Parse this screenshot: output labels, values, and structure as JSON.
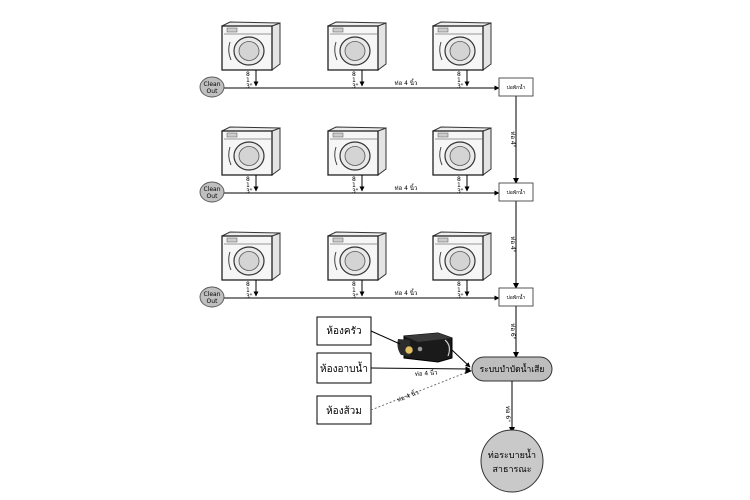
{
  "clean_out_label": [
    "Clean",
    "Out"
  ],
  "pipe_label": "ท่อ 4 นิ้ว",
  "drop_pipe_label": [
    "8",
    "1",
    "3\""
  ],
  "junction_label": "บ่อพักน้ำ",
  "riser_labels": [
    "ท่อ 4\"",
    "ท่อ 4\"",
    "ท่อ 6\"",
    "ท่อ 6\""
  ],
  "rooms": {
    "kitchen": "ห้องครัว",
    "bathroom": "ห้องอาบน้ำ",
    "toilet": "ห้องส้วม"
  },
  "branch_pipe_labels": [
    "ท่อ 4 นิ้ว",
    "ท่อ 4 นิ้ว"
  ],
  "treatment_label": "ระบบบำบัดน้ำเสีย",
  "drain": [
    "ท่อระบายน้ำ",
    "สาธารณะ"
  ],
  "colors": {
    "treatment_fill": "#bdbdbd",
    "drain_fill": "#c9c9c9",
    "clean_out_fill": "#bfbfbf"
  }
}
